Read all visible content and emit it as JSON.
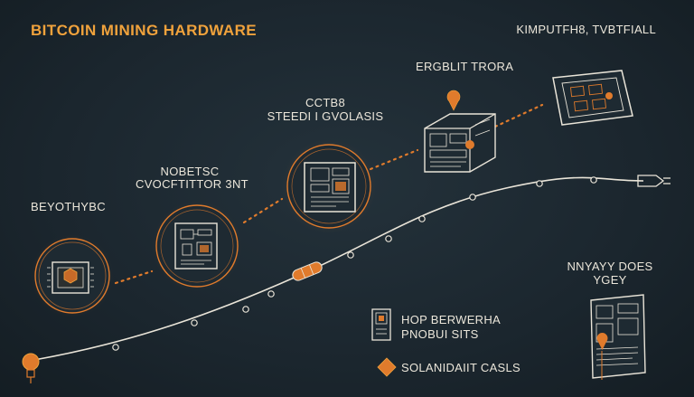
{
  "title": "BITCOIN MINING HARDWARE",
  "top_right_label": "KIMPUTFH8, TVBTFIALL",
  "stages": [
    {
      "label_lines": [
        "BEYOTHYBC"
      ]
    },
    {
      "label_lines": [
        "NOBETSC",
        "CVOCFTITTOR 3NT"
      ]
    },
    {
      "label_lines": [
        "CCTB8",
        "STEEDI I GVOLASIS"
      ]
    },
    {
      "label_lines": [
        "ERGBLIT TRORA"
      ]
    }
  ],
  "right_label_lines": [
    "NNYAYY DOES",
    "YGEY"
  ],
  "legend": [
    {
      "icon": "chip-icon",
      "lines": [
        "HOP BERWERHA",
        "PNOBUI SITS"
      ]
    },
    {
      "icon": "diamond-icon",
      "lines": [
        "SOLANIDAIIT CASLS"
      ]
    }
  ],
  "colors": {
    "accent": "#e07b2c",
    "accent_light": "#f0a23c",
    "line": "#e9e4d8",
    "background": "#1b262e"
  }
}
